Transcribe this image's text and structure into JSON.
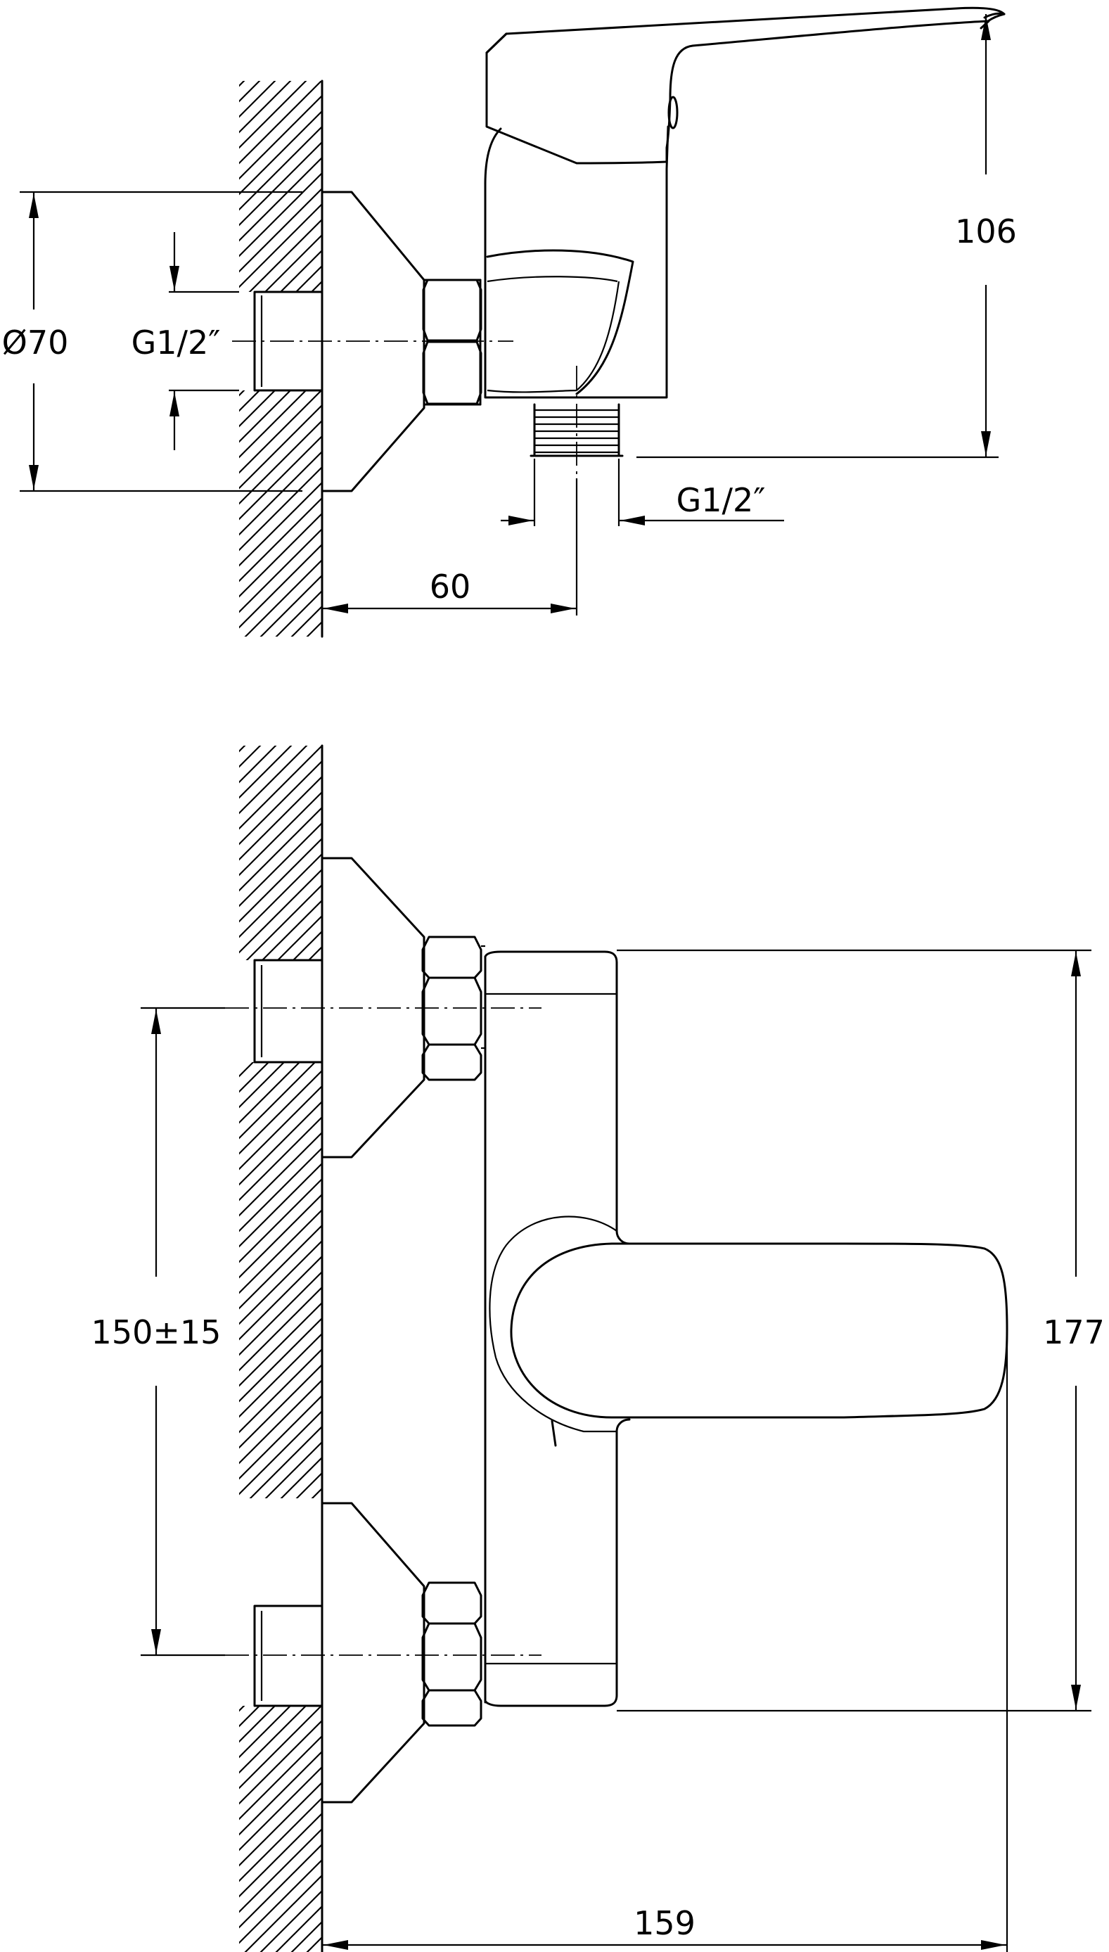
{
  "side_view": {
    "diameter_label": "Ø70",
    "inlet_thread_label": "G1/2″",
    "outlet_thread_label": "G1/2″",
    "height_label": "106",
    "offset_label": "60"
  },
  "front_view": {
    "center_distance_label": "150±15",
    "height_label": "177",
    "depth_label": "159"
  }
}
